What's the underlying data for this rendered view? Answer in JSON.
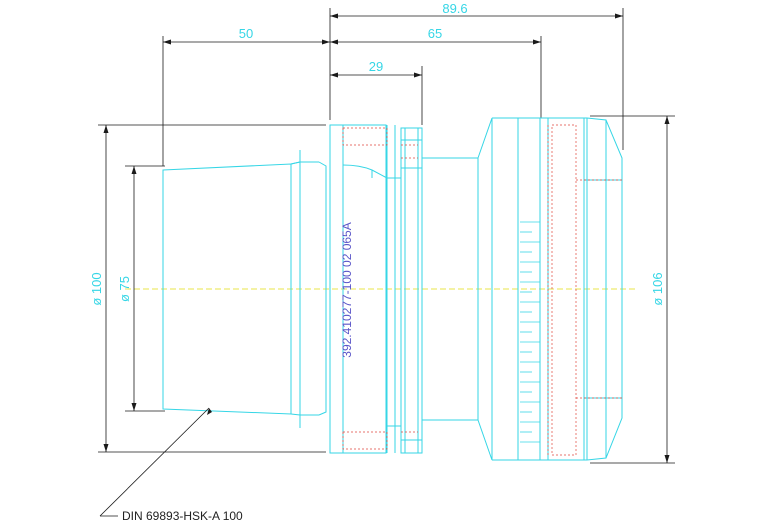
{
  "dimensions": {
    "overall_length": "89.6",
    "shank_length": "50",
    "flange_to_end": "65",
    "flange_to_groove": "29",
    "dia_100": "ø 100",
    "dia_75": "ø 75",
    "dia_106": "ø 106"
  },
  "part_number": "392.410277-100 02 065A",
  "callout": "DIN 69893-HSK-A 100",
  "colors": {
    "outline": "#36d6e6",
    "dimension_line": "#1a1a1a",
    "hidden_line": "#e0463c",
    "center_line": "#e8e64a",
    "part_number_text": "#5a55c8"
  }
}
